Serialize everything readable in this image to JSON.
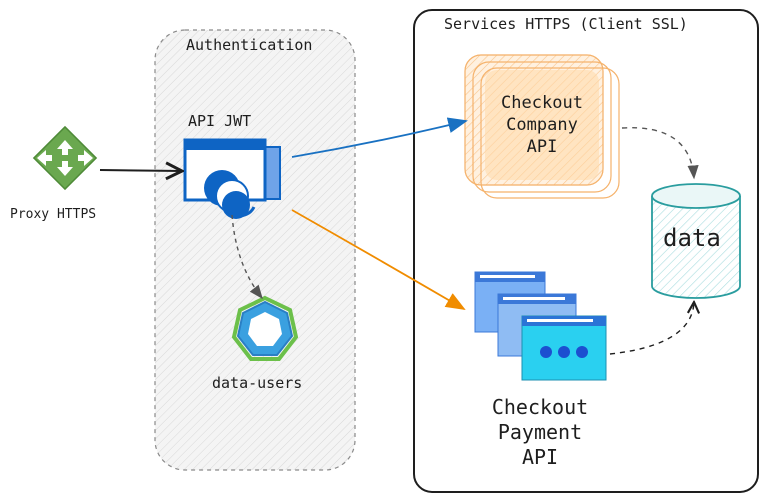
{
  "groups": {
    "authentication": {
      "title": "Authentication"
    },
    "services": {
      "title": "Services HTTPS (Client SSL)"
    }
  },
  "nodes": {
    "proxy": {
      "label": "Proxy HTTPS",
      "icon": "proxy-router-icon"
    },
    "api_jwt": {
      "label": "API JWT",
      "icon": "app-window-icon"
    },
    "data_users": {
      "label": "data-users",
      "icon": "database-ring-icon"
    },
    "checkout_company": {
      "lines": [
        "Checkout",
        "Company",
        "API"
      ]
    },
    "checkout_payment": {
      "lines": [
        "Checkout",
        "Payment",
        "API"
      ],
      "icon": "stacked-windows-icon"
    },
    "data_store": {
      "label": "data",
      "icon": "cylinder-icon"
    }
  },
  "colors": {
    "blue_arrow": "#1971c2",
    "orange_arrow": "#f08c00",
    "proxy_green": "#6aa84f",
    "company_fill": "#ffd8a8",
    "company_stroke": "#f5b26b",
    "cylinder_stroke": "#2a9d9f",
    "window_blue": "#0e64c4",
    "payment_cyan": "#2ad0f0",
    "payment_blue": "#7ab0f5",
    "group_dashed": "#8a8a8a"
  }
}
